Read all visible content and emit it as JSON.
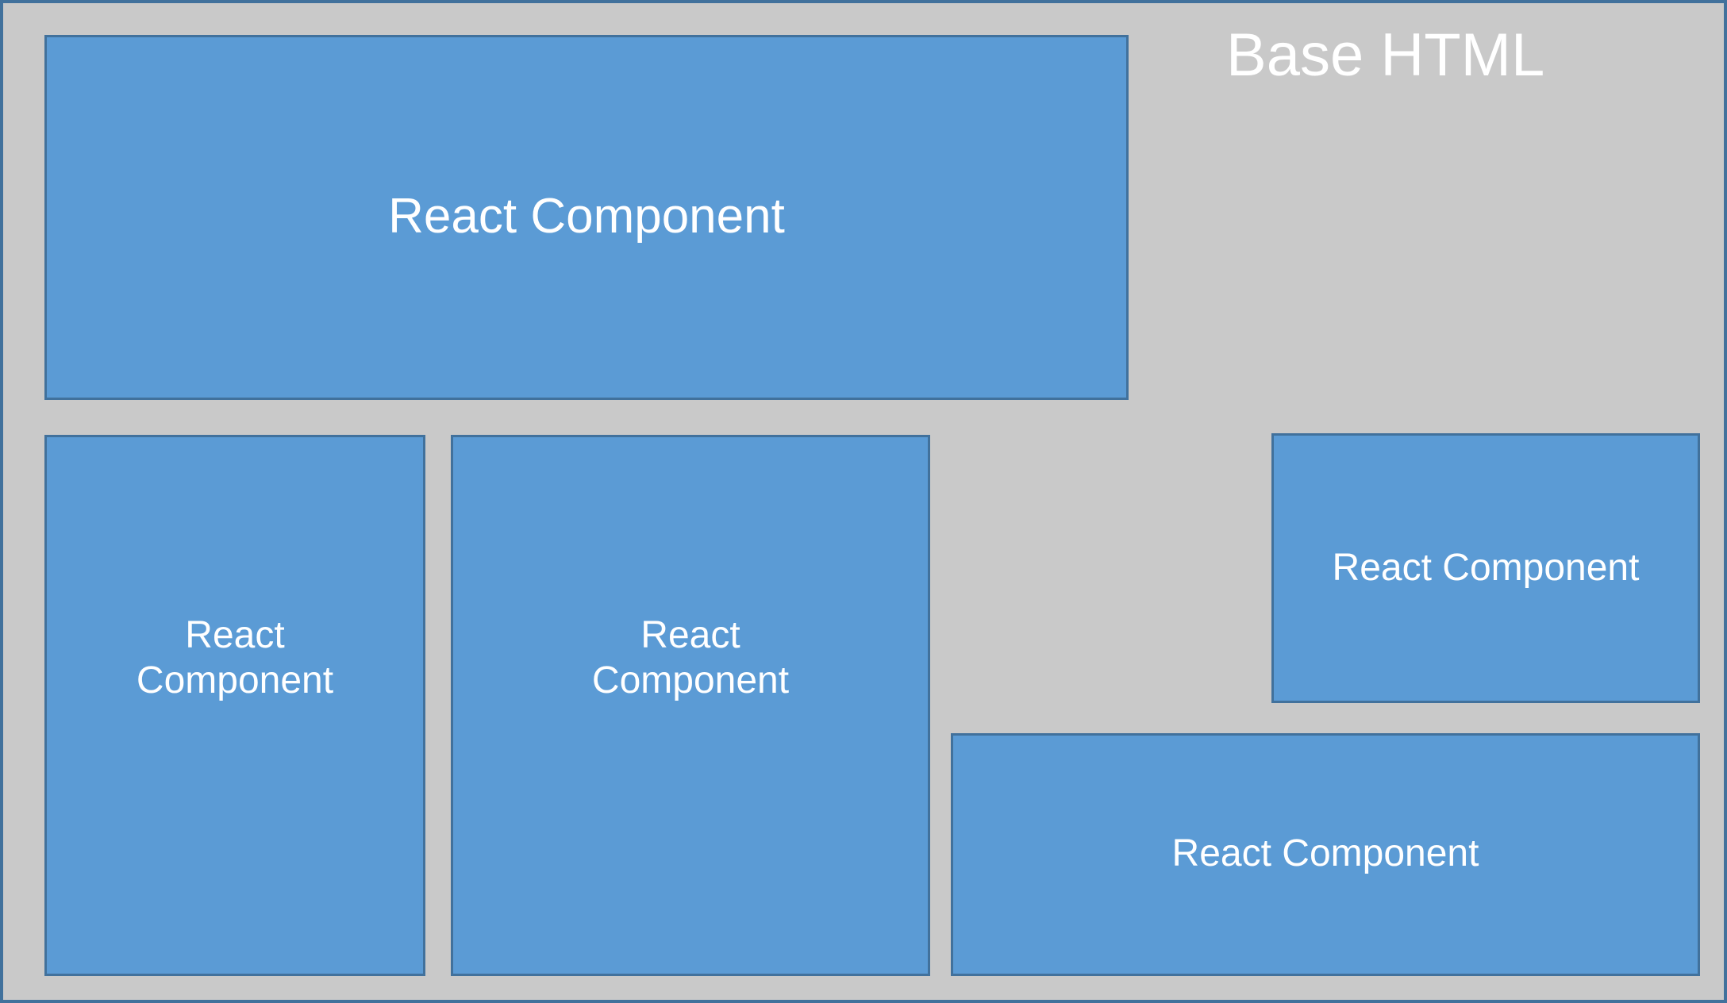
{
  "diagram": {
    "title": "Base HTML",
    "container_label": "Base HTML",
    "colors": {
      "frame_border": "#41719C",
      "frame_background": "#C9C9C9",
      "component_fill": "#5B9BD5",
      "component_border": "#41719C",
      "text": "#FFFFFF"
    },
    "components": [
      {
        "id": "rc-top",
        "label": "React Component",
        "position": "top-left-wide"
      },
      {
        "id": "rc-left-1",
        "label": "React\nComponent",
        "position": "bottom-left-narrow"
      },
      {
        "id": "rc-left-2",
        "label": "React\nComponent",
        "position": "bottom-left-wide"
      },
      {
        "id": "rc-right-1",
        "label": "React Component",
        "position": "middle-right"
      },
      {
        "id": "rc-right-2",
        "label": "React Component",
        "position": "bottom-right"
      }
    ]
  }
}
